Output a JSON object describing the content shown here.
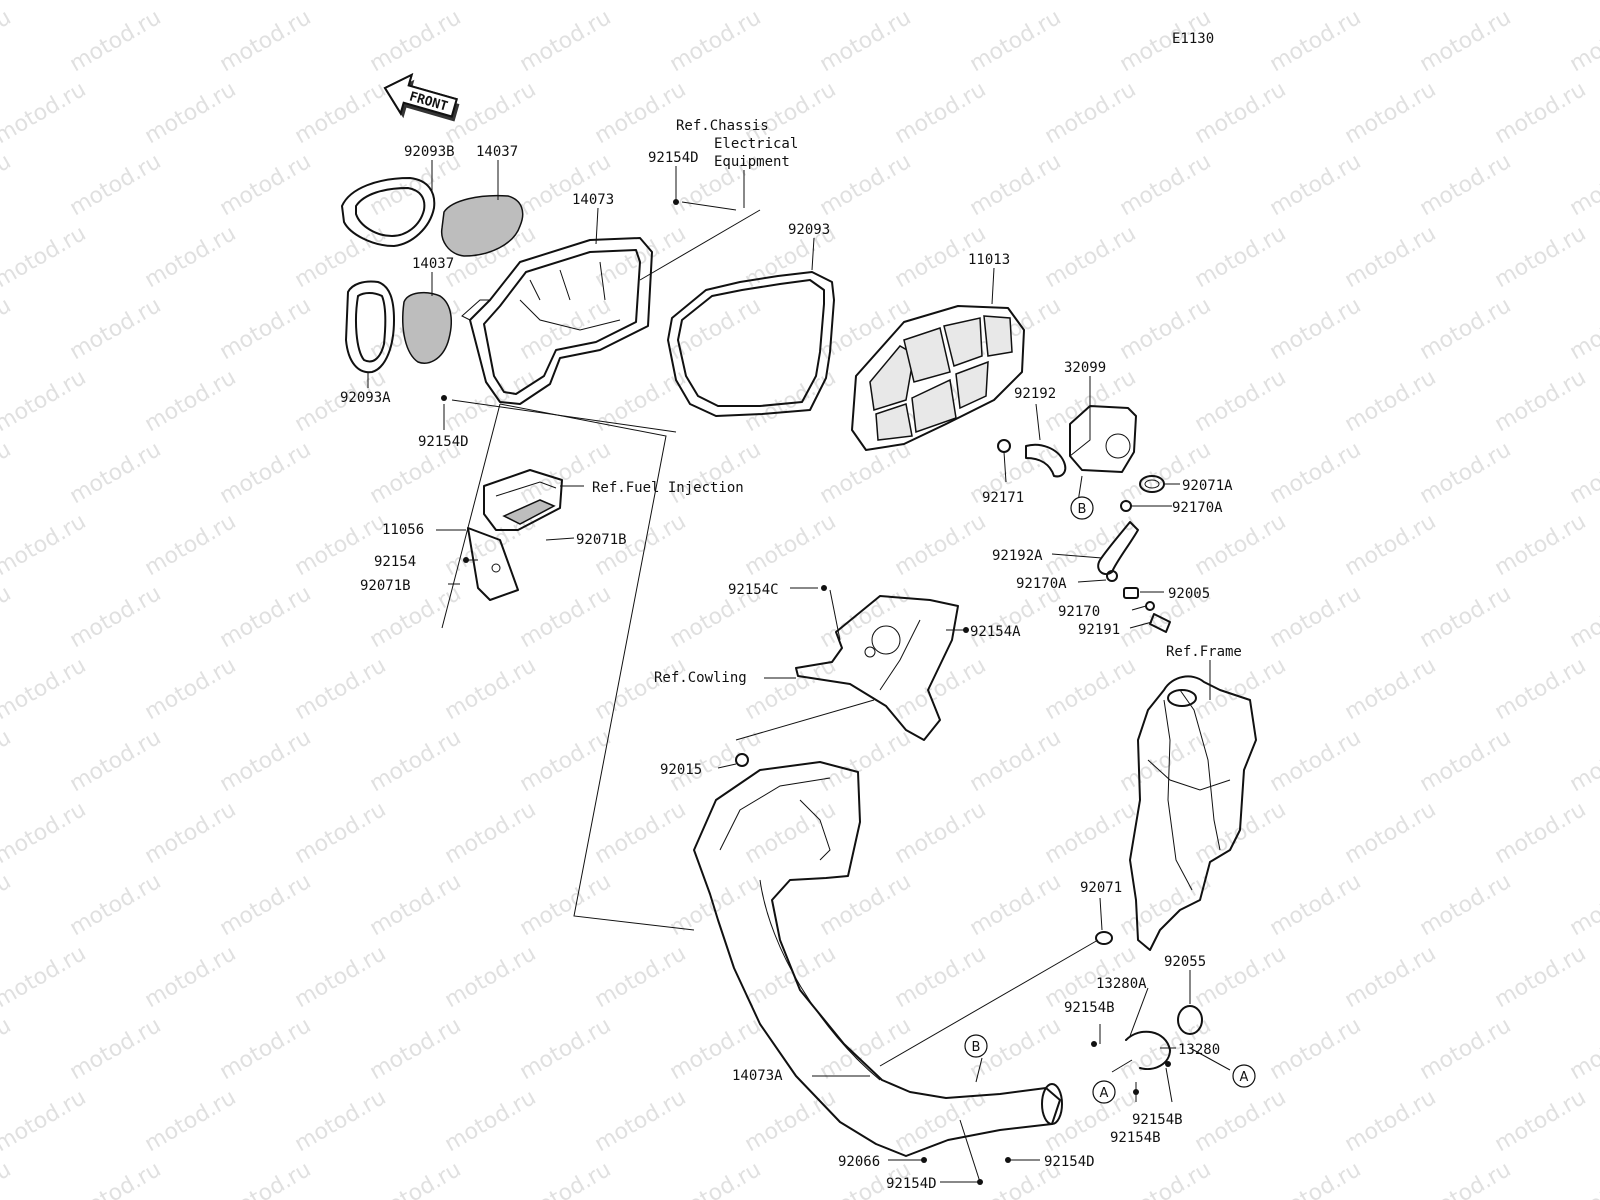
{
  "diagram_code": "E1130",
  "front_label": "FRONT",
  "watermark_text": "motod.ru",
  "part_labels": {
    "p92093B": "92093B",
    "p14037_top": "14037",
    "p14073": "14073",
    "p92154D_top": "92154D",
    "p92093": "92093",
    "p11013": "11013",
    "p14037_mid": "14037",
    "p92093A": "92093A",
    "p92154D_left": "92154D",
    "p32099": "32099",
    "p92192": "92192",
    "p92071A": "92071A",
    "p92171": "92171",
    "p92170A_1": "92170A",
    "p11056": "11056",
    "p92071B_1": "92071B",
    "p92154": "92154",
    "p92071B_2": "92071B",
    "p92192A": "92192A",
    "p92170A_2": "92170A",
    "p92005": "92005",
    "p92170": "92170",
    "p92191": "92191",
    "p92154C": "92154C",
    "p92154A": "92154A",
    "p92015": "92015",
    "p92071": "92071",
    "p92055": "92055",
    "p13280A": "13280A",
    "p92154B_1": "92154B",
    "p13280": "13280",
    "p14073A": "14073A",
    "p92154B_2": "92154B",
    "p92154B_3": "92154B",
    "p92066": "92066",
    "p92154D_b1": "92154D",
    "p92154D_b2": "92154D"
  },
  "ref_labels": {
    "chassis_1": "Ref.Chassis",
    "chassis_2": "Electrical",
    "chassis_3": "Equipment",
    "fuel_injection": "Ref.Fuel Injection",
    "cowling": "Ref.Cowling",
    "frame": "Ref.Frame"
  },
  "callouts": {
    "b_upper": "B",
    "b_lower": "B",
    "a_left": "A",
    "a_right": "A"
  }
}
